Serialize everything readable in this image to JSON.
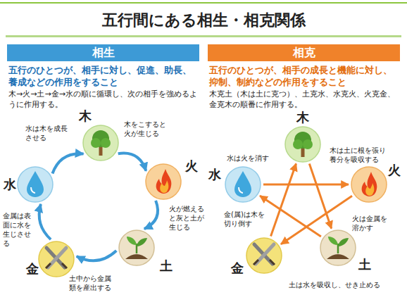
{
  "diagram": {
    "title": "五行間にある相生・相克関係",
    "nodes": [
      {
        "text": [
          "相生"
        ]
      },
      {
        "text": [
          "木"
        ]
      },
      {
        "text": [
          "火"
        ]
      },
      {
        "text": [
          "土"
        ]
      },
      {
        "text": [
          "金"
        ]
      },
      {
        "text": [
          "水"
        ]
      },
      {
        "text": [
          "相克"
        ]
      },
      {
        "text": [
          "木"
        ]
      },
      {
        "text": [
          "火"
        ]
      },
      {
        "text": [
          "土"
        ]
      },
      {
        "text": [
          "金"
        ]
      },
      {
        "text": [
          "水"
        ]
      }
    ],
    "edges": [
      {
        "from": 1,
        "to": 2,
        "arrow": "to",
        "label": "木をこすると火が生じる"
      },
      {
        "from": 2,
        "to": 3,
        "arrow": "to",
        "label": "火が燃えると灰と土が生じる"
      },
      {
        "from": 3,
        "to": 4,
        "arrow": "to",
        "label": "土中から金属類を産出する"
      },
      {
        "from": 4,
        "to": 5,
        "arrow": "to",
        "label": "金属は表面に水を生じさせる"
      },
      {
        "from": 5,
        "to": 1,
        "arrow": "to",
        "label": "水は木を成長させる"
      },
      {
        "from": 7,
        "to": 9,
        "arrow": "to",
        "label": "木は土に根を張り養分を吸収する"
      },
      {
        "from": 9,
        "to": 11,
        "arrow": "to",
        "label": "土は水を吸収し、せき止める"
      },
      {
        "from": 11,
        "to": 8,
        "arrow": "to",
        "label": "水は火を消す"
      },
      {
        "from": 8,
        "to": 10,
        "arrow": "to",
        "label": "火は金属を溶かす"
      },
      {
        "from": 10,
        "to": 7,
        "arrow": "to",
        "label": "金(属)は木を切り倒す"
      }
    ],
    "labels": [
      "五行のひとつが、相手に対し、促進、助長、養成などの作用をすること",
      "木→火→土→金→水の順に循環し、次の相手を強めるように作用する。",
      "五行のひとつが、相手の成長と機能に対し、抑制、制約などの作用をすること",
      "木克土（木は土に克つ）、土克水、水克火、火克金、金克木の順番に作用する。"
    ]
  }
}
